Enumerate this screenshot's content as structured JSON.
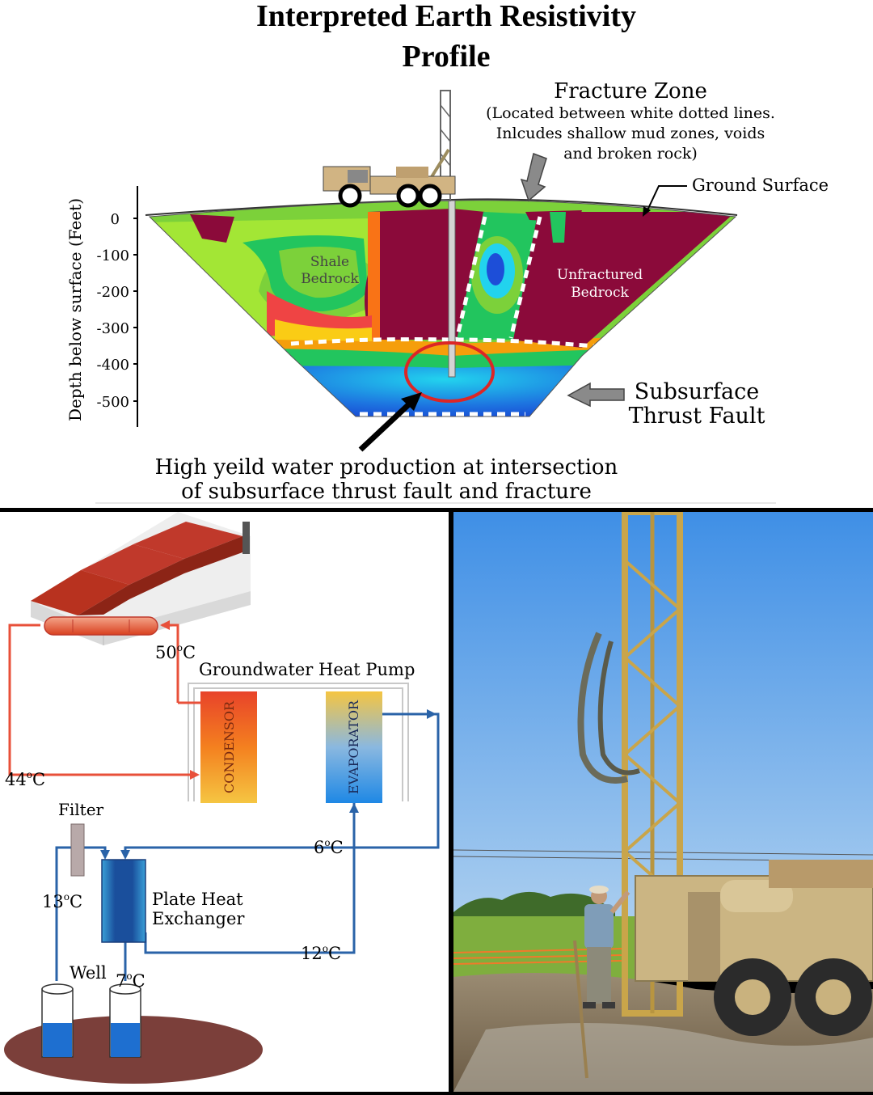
{
  "profile": {
    "title_line1": "Interpreted Earth Resistivity",
    "title_line2": "Profile",
    "y_axis_label": "Depth below surface (Feet)",
    "y_ticks": [
      "0",
      "-100",
      "-200",
      "-300",
      "-400",
      "-500"
    ],
    "fracture_zone": {
      "heading": "Fracture Zone",
      "line1": "(Located between white dotted lines.",
      "line2": "Inlcudes shallow mud zones, voids",
      "line3": "and broken rock)"
    },
    "ground_surface": "Ground Surface",
    "shale_line1": "Shale",
    "shale_line2": "Bedrock",
    "unfractured_line1": "Unfractured",
    "unfractured_line2": "Bedrock",
    "thrust_line1": "Subsurface",
    "thrust_line2": "Thrust Fault",
    "caption_line1": "High yeild water production at intersection",
    "caption_line2": "of subsurface thrust fault and fracture"
  },
  "heat_pump": {
    "title": "Groundwater Heat Pump",
    "condensor": "CONDENSOR",
    "evaporator": "EVAPORATOR",
    "temp_50": "50",
    "temp_44": "44",
    "temp_6": "6",
    "temp_13": "13",
    "temp_12": "12",
    "temp_7": "7",
    "unit": "C",
    "degree_mark": "o",
    "filter": "Filter",
    "plate_line1": "Plate Heat",
    "plate_line2": "Exchanger",
    "well": "Well",
    "colors": {
      "hot": "#e8503a",
      "cold": "#2a63a8",
      "roof": "#c0392b"
    }
  }
}
